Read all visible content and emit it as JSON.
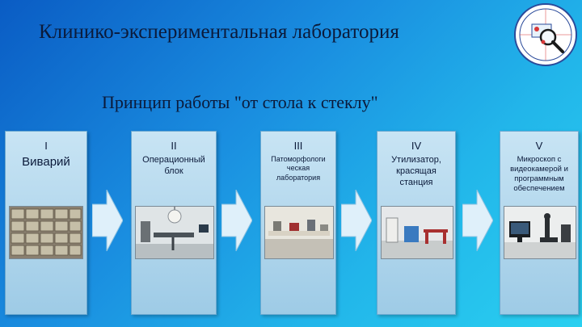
{
  "title": "Клинико-экспериментальная лаборатория",
  "subtitle": "Принцип работы \"от стола к стеклу\"",
  "stages": [
    {
      "num": "I",
      "label": "Виварий",
      "photo": "vivarium-cages-photo"
    },
    {
      "num": "II",
      "label": "Операционный блок",
      "photo": "operating-room-photo"
    },
    {
      "num": "III",
      "label": "Патоморфологи ческая лаборатория",
      "photo": "pathology-lab-photo"
    },
    {
      "num": "IV",
      "label": "Утилизатор, красящая станция",
      "photo": "staining-station-photo"
    },
    {
      "num": "V",
      "label": "Микроскоп с видеокамерой и программным обеспечением",
      "photo": "microscope-workstation-photo"
    }
  ],
  "colors": {
    "background_start": "#0a5cc4",
    "background_end": "#2ad0f0",
    "card_top": "#c8e4f4",
    "card_bottom": "#9ecbe6",
    "arrow": "#dff0fa",
    "text": "#0b1a3a"
  },
  "icons": {
    "arrow": "right-arrow-icon",
    "logo": "lab-emblem-icon"
  }
}
